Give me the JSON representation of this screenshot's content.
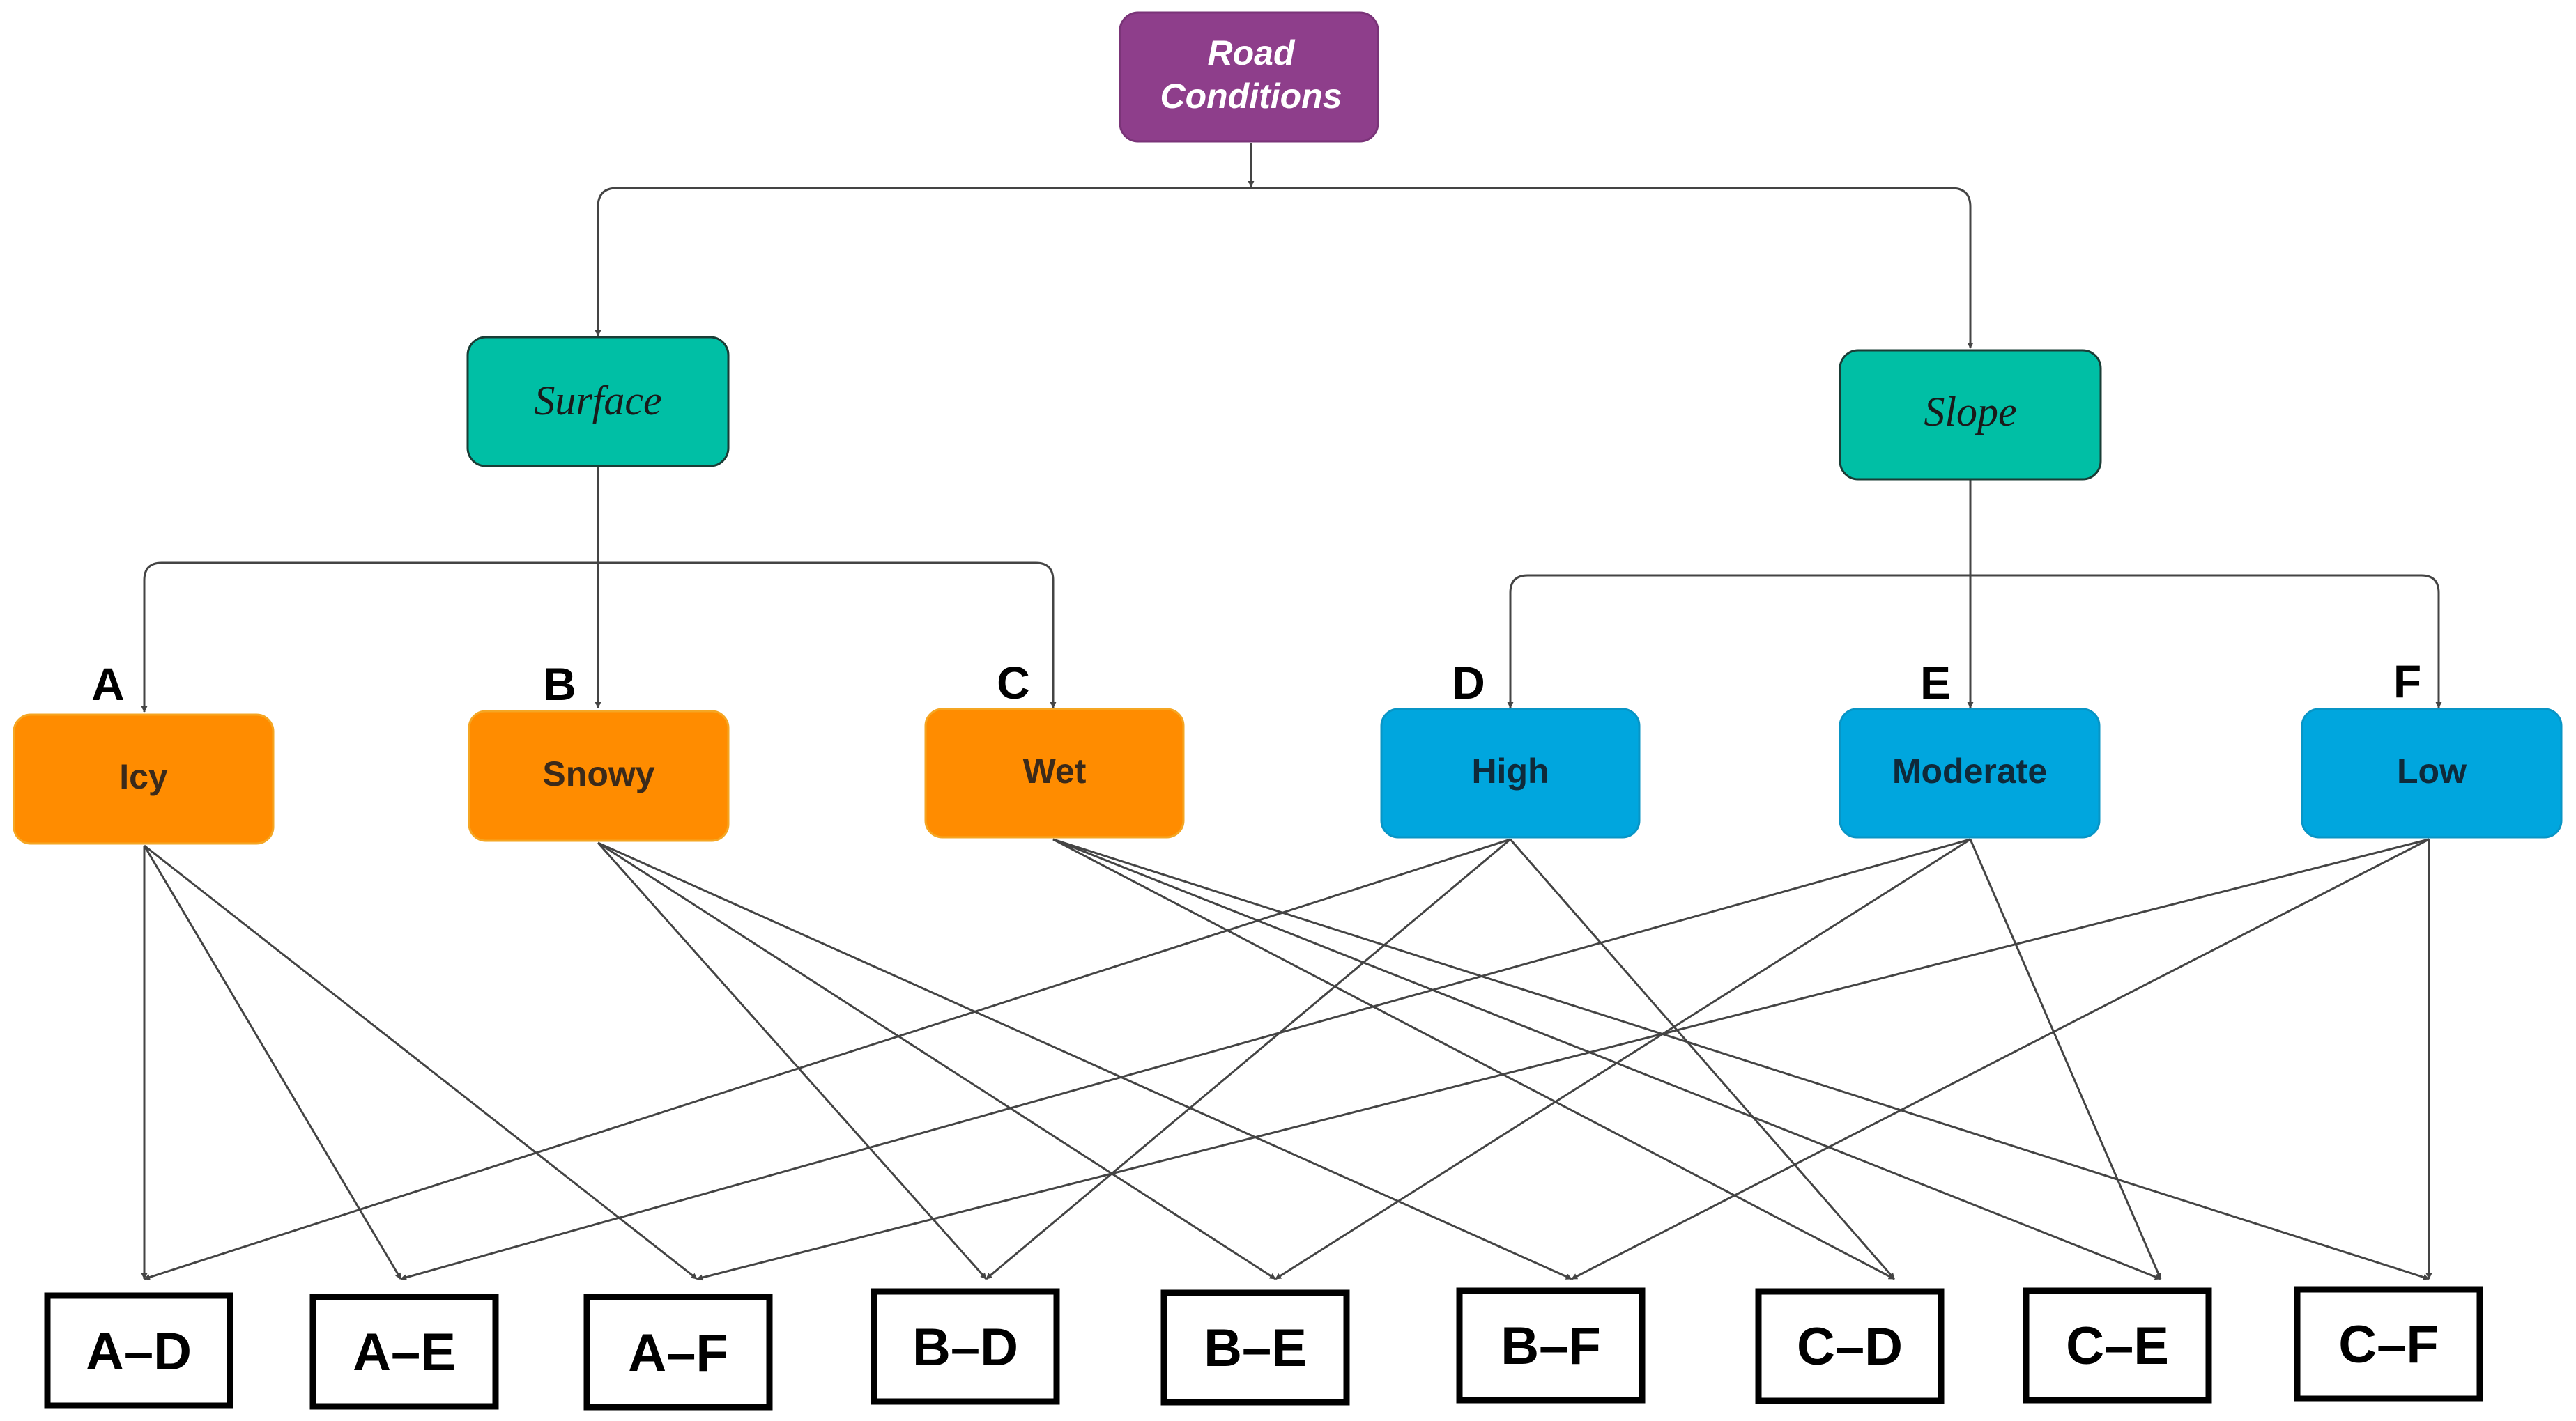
{
  "root": {
    "label_line1": "Road",
    "label_line2": "Conditions"
  },
  "groups": [
    {
      "label": "Surface"
    },
    {
      "label": "Slope"
    }
  ],
  "levels": [
    {
      "letter": "A",
      "label": "Icy"
    },
    {
      "letter": "B",
      "label": "Snowy"
    },
    {
      "letter": "C",
      "label": "Wet"
    },
    {
      "letter": "D",
      "label": "High"
    },
    {
      "letter": "E",
      "label": "Moderate"
    },
    {
      "letter": "F",
      "label": "Low"
    }
  ],
  "combinations": [
    {
      "label": "A–D"
    },
    {
      "label": "A–E"
    },
    {
      "label": "A–F"
    },
    {
      "label": "B–D"
    },
    {
      "label": "B–E"
    },
    {
      "label": "B–F"
    },
    {
      "label": "C–D"
    },
    {
      "label": "C–E"
    },
    {
      "label": "C–F"
    }
  ],
  "colors": {
    "root": "#8E3E8B",
    "group": "#00BFA5",
    "surface_level": "#FF8C00",
    "slope_level": "#00A6DE",
    "line": "#444444"
  }
}
